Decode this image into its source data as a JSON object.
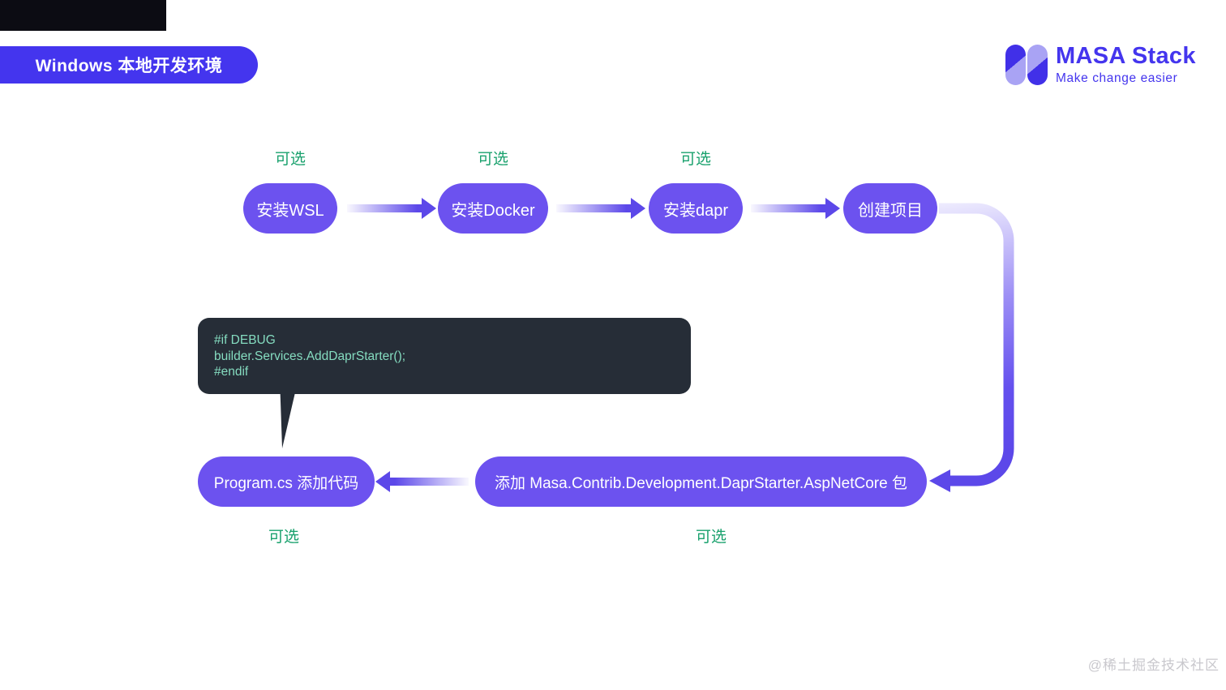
{
  "colors": {
    "banner_bg": "#4435EE",
    "pill_bg": "#6C52EF",
    "arrow": "#5C48E9",
    "optional_green": "#19A16D",
    "code_bg": "#262D37",
    "code_text": "#85DCC0",
    "logo_dark": "#4130E8",
    "logo_light": "#A9A3F4",
    "brand_text": "#4435EE",
    "watermark": "#C9C8CD"
  },
  "header": {
    "banner_title": "Windows 本地开发环境",
    "brand": {
      "name": "MASA Stack",
      "tagline": "Make change easier"
    }
  },
  "flow": {
    "optional_label": "可选",
    "top_nodes": [
      {
        "label": "安装WSL",
        "optional": true
      },
      {
        "label": "安装Docker",
        "optional": true
      },
      {
        "label": "安装dapr",
        "optional": true
      },
      {
        "label": "创建项目",
        "optional": false
      }
    ],
    "bottom_nodes": [
      {
        "label": "Program.cs 添加代码",
        "optional": true
      },
      {
        "label": "添加 Masa.Contrib.Development.DaprStarter.AspNetCore 包",
        "optional": true
      }
    ]
  },
  "code_tooltip": {
    "lines": [
      "#if DEBUG",
      "builder.Services.AddDaprStarter();",
      "#endif"
    ]
  },
  "watermark": "@稀土掘金技术社区"
}
